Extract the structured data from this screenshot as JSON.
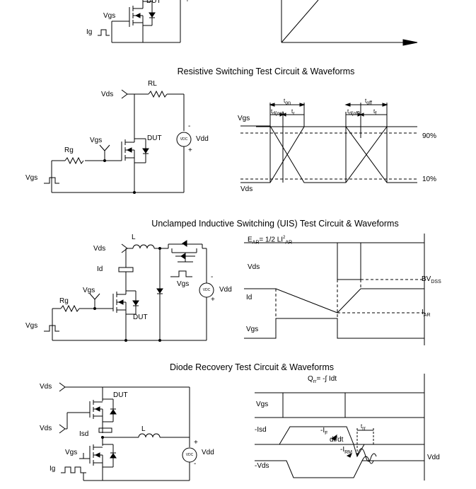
{
  "sections": {
    "resistive_title": "Resistive Switching Test Circuit & Waveforms",
    "uis_title": "Unclamped Inductive Switching (UIS) Test Circuit & Waveforms",
    "diode_title": "Diode Recovery Test Circuit & Waveforms"
  },
  "top": {
    "dut": "DUT",
    "vgs": "Vgs",
    "ig": "Ig",
    "plus": "+"
  },
  "resistive": {
    "rl": "RL",
    "vds": "Vds",
    "vgs": "Vgs",
    "dut": "DUT",
    "rg": "Rg",
    "vgs_pulse": "Vgs",
    "vdd": "Vdd",
    "vdc": "VDC",
    "minus": "-",
    "plus": "+",
    "wave": {
      "vgs": "Vgs",
      "vds": "Vds",
      "t_on": "t",
      "t_on_sub": "on",
      "t_off": "t",
      "t_off_sub": "off",
      "td_on": "t",
      "td_on_sub": "d(on)",
      "tr": "t",
      "tr_sub": "r",
      "td_off": "t",
      "td_off_sub": "d(off)",
      "tf": "t",
      "tf_sub": "f",
      "p90": "90%",
      "p10": "10%"
    }
  },
  "uis": {
    "vds": "Vds",
    "l": "L",
    "id": "Id",
    "vgs": "Vgs",
    "rg": "Rg",
    "dut": "DUT",
    "vgs_pulse": "Vgs",
    "vgs_top": "Vgs",
    "vdd": "Vdd",
    "vdc": "VDC",
    "minus": "-",
    "plus": "+",
    "wave": {
      "ear": "E",
      "ear_sub": "AR",
      "ear_eq": "= 1/2 LI",
      "ear_sup": "2",
      "ear_sub2": "AR",
      "vds": "Vds",
      "id": "Id",
      "vgs": "Vgs",
      "bvdss": "BV",
      "bvdss_sub": "DSS",
      "iar": "I",
      "iar_sub": "AR"
    }
  },
  "diode": {
    "vds_top": "Vds",
    "dut": "DUT",
    "vds_mid": "Vds",
    "isd": "Isd",
    "l": "L",
    "vgs": "Vgs",
    "ig": "Ig",
    "vdd": "Vdd",
    "vdc": "VDC",
    "minus": "-",
    "plus": "+",
    "wave": {
      "qrr": "Q",
      "qrr_sub": "rr",
      "qrr_eq": "= -∫ Idt",
      "vgs": "Vgs",
      "isd": "-Isd",
      "vds": "-Vds",
      "if": "-I",
      "if_sub": "F",
      "didt": "dI/dt",
      "irm": "-I",
      "irm_sub": "RM",
      "trr": "t",
      "trr_sub": "rr",
      "vdd": "Vdd"
    }
  }
}
